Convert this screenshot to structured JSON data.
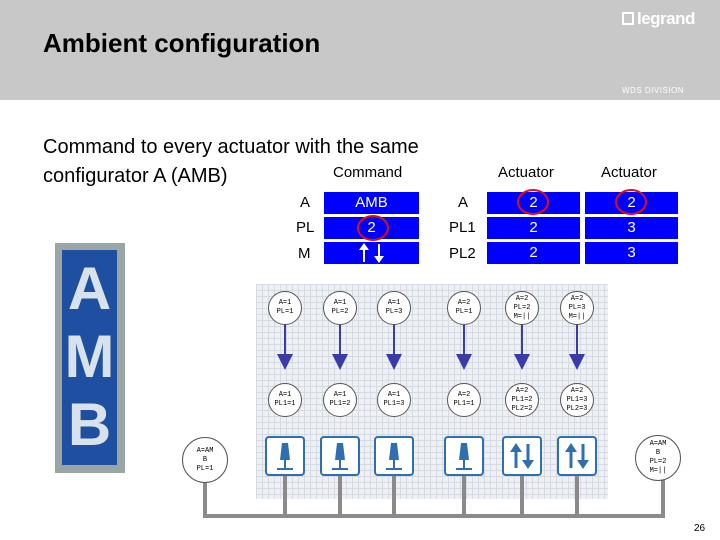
{
  "header": {
    "title": "Ambient configuration",
    "logo": "legrand",
    "division": "WDS DIVISION"
  },
  "subtitle": {
    "line1": "Command to every actuator with the same",
    "line2": "configurator A (AMB)"
  },
  "table": {
    "command_header": "Command",
    "actuator_header_1": "Actuator",
    "actuator_header_2": "Actuator",
    "command_rows": [
      {
        "label": "A",
        "value": "AMB"
      },
      {
        "label": "PL",
        "value": "2"
      },
      {
        "label": "M",
        "value": ""
      }
    ],
    "actuator_rows": [
      {
        "label": "A",
        "v1": "2",
        "v2": "2"
      },
      {
        "label": "PL1",
        "v1": "2",
        "v2": "3"
      },
      {
        "label": "PL2",
        "v1": "2",
        "v2": "3"
      }
    ]
  },
  "diagram": {
    "top_nodes": [
      {
        "l1": "A=1",
        "l2": "PL=1",
        "l3": ""
      },
      {
        "l1": "A=1",
        "l2": "PL=2",
        "l3": ""
      },
      {
        "l1": "A=1",
        "l2": "PL=3",
        "l3": ""
      },
      {
        "l1": "A=2",
        "l2": "PL=1",
        "l3": ""
      },
      {
        "l1": "A=2",
        "l2": "PL=2",
        "l3": "M=||"
      },
      {
        "l1": "A=2",
        "l2": "PL=3",
        "l3": "M=||"
      }
    ],
    "bottom_nodes": [
      {
        "l1": "A=1",
        "l2": "PL1=1",
        "l3": ""
      },
      {
        "l1": "A=1",
        "l2": "PL1=2",
        "l3": ""
      },
      {
        "l1": "A=1",
        "l2": "PL1=3",
        "l3": ""
      },
      {
        "l1": "A=2",
        "l2": "PL1=1",
        "l3": ""
      },
      {
        "l1": "A=2",
        "l2": "PL1=2",
        "l3": "PL2=2"
      },
      {
        "l1": "A=2",
        "l2": "PL1=3",
        "l3": "PL2=3"
      }
    ],
    "left_node": {
      "l1": "A=AM",
      "l2": "B",
      "l3": "PL=1"
    },
    "right_node": {
      "l1": "A=AM",
      "l2": "B",
      "l3": "PL=2",
      "l4": "M=||"
    }
  },
  "amb_letters": [
    "A",
    "M",
    "B"
  ],
  "colors": {
    "blue": "#0000ff",
    "ring": "#e01010",
    "header_bg": "#c8c8c8"
  },
  "page_number": "26"
}
